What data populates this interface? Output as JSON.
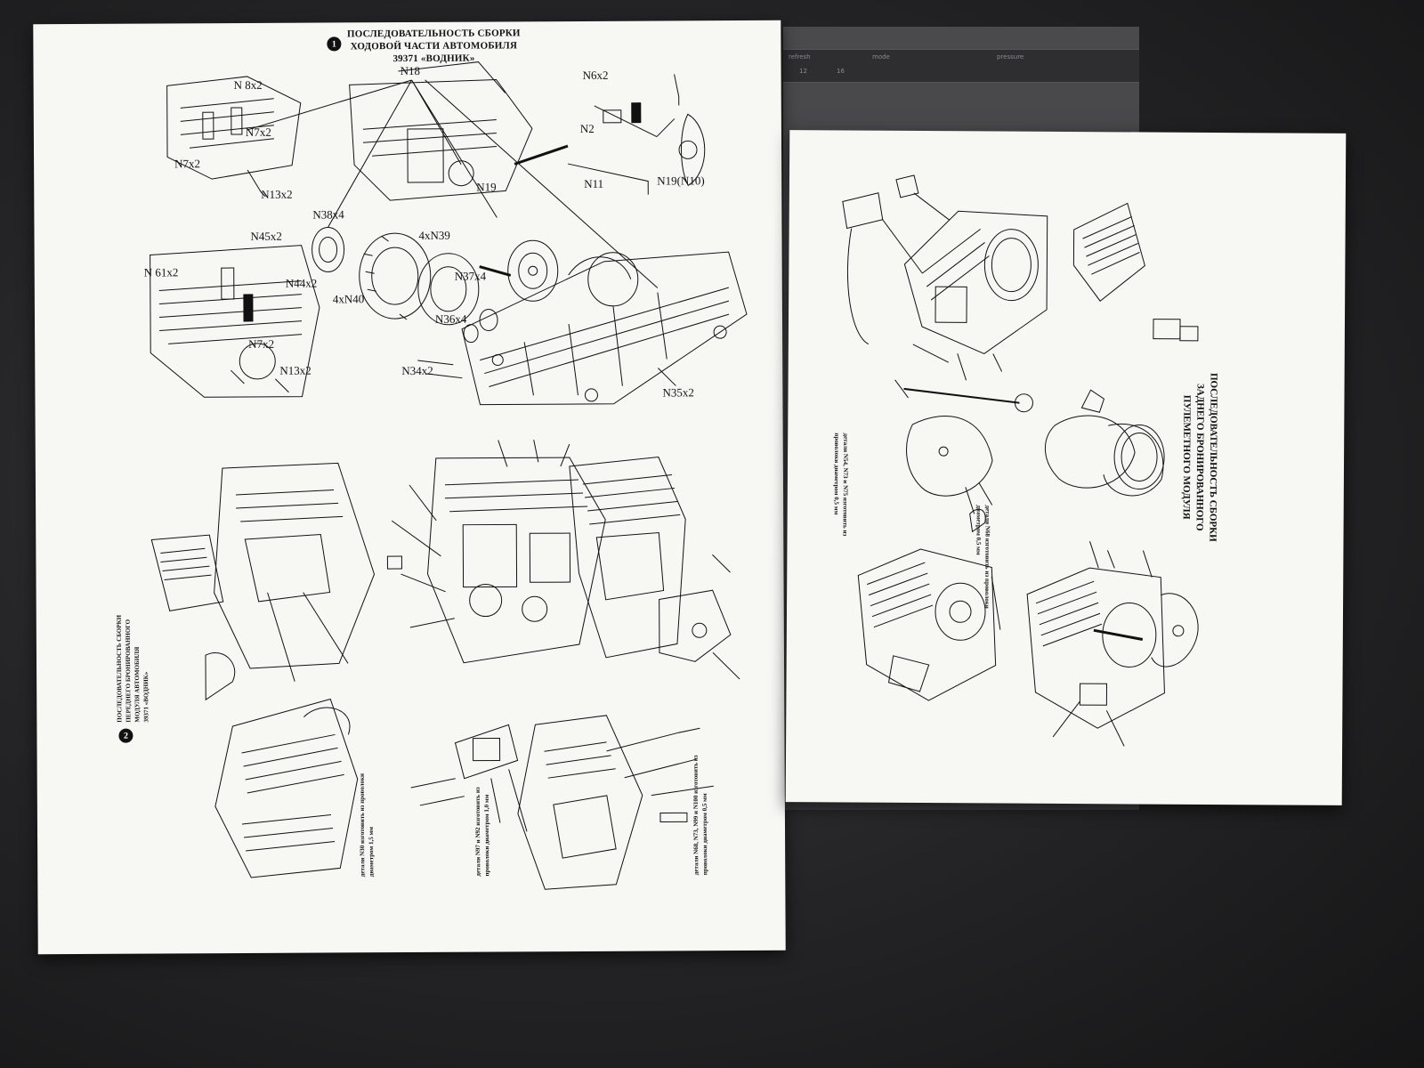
{
  "photo": {
    "left_sheet": {
      "title_lines": [
        "ПОСЛЕДОВАТЕЛЬНОСТЬ СБОРКИ",
        "ХОДОВОЙ ЧАСТИ АВТОМОБИЛЯ",
        "39371 «ВОДНИК»"
      ],
      "step1_badge": "1",
      "step2_badge": "2",
      "part_labels": {
        "n18": "N18",
        "n8x2": "N 8x2",
        "n7x2a": "N7x2",
        "n7x2b": "N7x2",
        "n13x2a": "N13x2",
        "n6x2": "N6x2",
        "n2": "N2",
        "n11": "N11",
        "n19_n10": "N19(N10)",
        "n19": "N19",
        "n38x4": "N38x4",
        "n4x39": "4xN39",
        "n45x2": "N45x2",
        "n61x2": "N 61x2",
        "n44x2": "N44x2",
        "n4x40": "4xN40",
        "n37x4": "N37x4",
        "n36x4": "N36x4",
        "n7x2c": "N7x2",
        "n13x2b": "N13x2",
        "n34x2": "N34x2",
        "n35x2": "N35x2"
      },
      "step2_title_lines": [
        "ПОСЛЕДОВАТЕЛЬНОСТЬ СБОРКИ",
        "ПЕРЕДНЕГО БРОНИРОВАННОГО",
        "МОДУЛЯ АВТОМОБИЛЯ",
        "39371 «ВОДНИК»"
      ],
      "notes": [
        "детали N30 изготовить из проволоки диаметром 1,5 мм",
        "детали N97 и N92 изготовить из проволоки диаметром 1,0 мм",
        "детали N68, N73, N99 и N100 изготовить из проволоки диаметром 0,5 мм"
      ]
    },
    "right_sheet": {
      "title_lines": [
        "ПОСЛЕДОВАТЕЛЬНОСТЬ СБОРКИ",
        "ЗАДНЕГО БРОНИРОВАННОГО",
        "ПУЛЕМЕТНОГО МОДУЛЯ"
      ],
      "notes": [
        "детали N54, N73 и N75 изготовить из проволоки диаметром 0,5 мм",
        "детали N68 изготовить из проволоки диаметром 0,5 мм"
      ]
    },
    "background_strip": [
      "refresh",
      "mode",
      "pressure",
      "12",
      "16"
    ]
  }
}
